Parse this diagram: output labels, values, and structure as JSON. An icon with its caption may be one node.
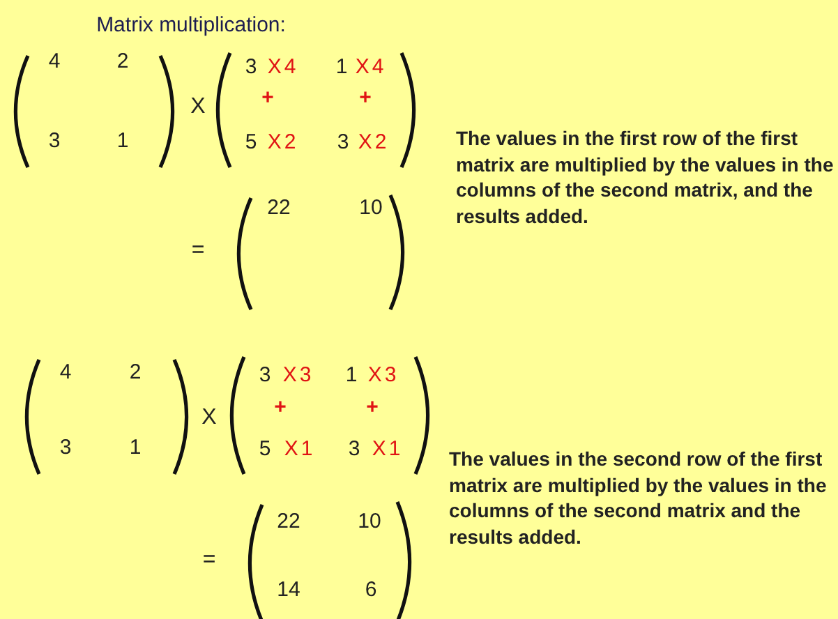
{
  "diagram": {
    "labels": [
      "Matrix multiplication:",
      "4",
      "2",
      "3",
      "1",
      "X",
      "3",
      "X4",
      "1",
      "X4",
      "+",
      "+",
      "5",
      "X2",
      "3",
      "X2",
      "The values in the first row of the first matrix are multiplied by the values in the columns of the second matrix, and the results added.",
      "=",
      "22",
      "10",
      "4",
      "2",
      "3",
      "1",
      "X",
      "3",
      "X3",
      "1",
      "X3",
      "+",
      "+",
      "5",
      "X1",
      "3",
      "X1",
      "=",
      "22",
      "10",
      "14",
      "6",
      "The values in the second row of the first matrix are multiplied by the values in the columns of the second matrix and the results added."
    ]
  }
}
